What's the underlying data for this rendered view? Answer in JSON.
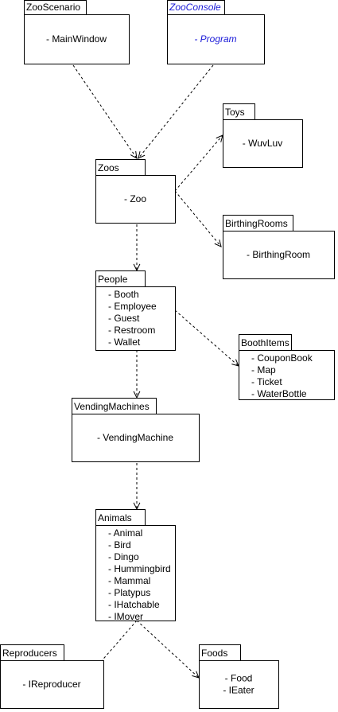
{
  "packages": [
    {
      "id": "zooscenario",
      "title": "ZooScenario",
      "members": [
        "- MainWindow"
      ],
      "abstract": false
    },
    {
      "id": "zooconsole",
      "title": "ZooConsole",
      "members": [
        "- Program"
      ],
      "abstract": true
    },
    {
      "id": "toys",
      "title": "Toys",
      "members": [
        "- WuvLuv"
      ],
      "abstract": false
    },
    {
      "id": "zoos",
      "title": "Zoos",
      "members": [
        "- Zoo"
      ],
      "abstract": false
    },
    {
      "id": "birthingrooms",
      "title": "BirthingRooms",
      "members": [
        "- BirthingRoom"
      ],
      "abstract": false
    },
    {
      "id": "people",
      "title": "People",
      "members": [
        "- Booth",
        "- Employee",
        "- Guest",
        "- Restroom",
        "- Wallet"
      ],
      "abstract": false
    },
    {
      "id": "boothitems",
      "title": "BoothItems",
      "members": [
        "- CouponBook",
        "- Map",
        "- Ticket",
        "- WaterBottle"
      ],
      "abstract": false
    },
    {
      "id": "vendingmachines",
      "title": "VendingMachines",
      "members": [
        "- VendingMachine"
      ],
      "abstract": false
    },
    {
      "id": "animals",
      "title": "Animals",
      "members": [
        "- Animal",
        "- Bird",
        "- Dingo",
        "- Hummingbird",
        "- Mammal",
        "- Platypus",
        "- IHatchable",
        "- IMover"
      ],
      "abstract": false
    },
    {
      "id": "reproducers",
      "title": "Reproducers",
      "members": [
        "- IReproducer"
      ],
      "abstract": false
    },
    {
      "id": "foods",
      "title": "Foods",
      "members": [
        "- Food",
        "- IEater"
      ],
      "abstract": false
    }
  ],
  "dependencies": [
    {
      "from": "zooscenario",
      "to": "zoos"
    },
    {
      "from": "zooconsole",
      "to": "zoos"
    },
    {
      "from": "zoos",
      "to": "toys"
    },
    {
      "from": "zoos",
      "to": "birthingrooms"
    },
    {
      "from": "zoos",
      "to": "people"
    },
    {
      "from": "people",
      "to": "boothitems"
    },
    {
      "from": "people",
      "to": "vendingmachines"
    },
    {
      "from": "vendingmachines",
      "to": "animals"
    },
    {
      "from": "animals",
      "to": "reproducers"
    },
    {
      "from": "animals",
      "to": "foods"
    }
  ],
  "colors": {
    "abstract": "#1a1ad8",
    "line": "#000000"
  }
}
